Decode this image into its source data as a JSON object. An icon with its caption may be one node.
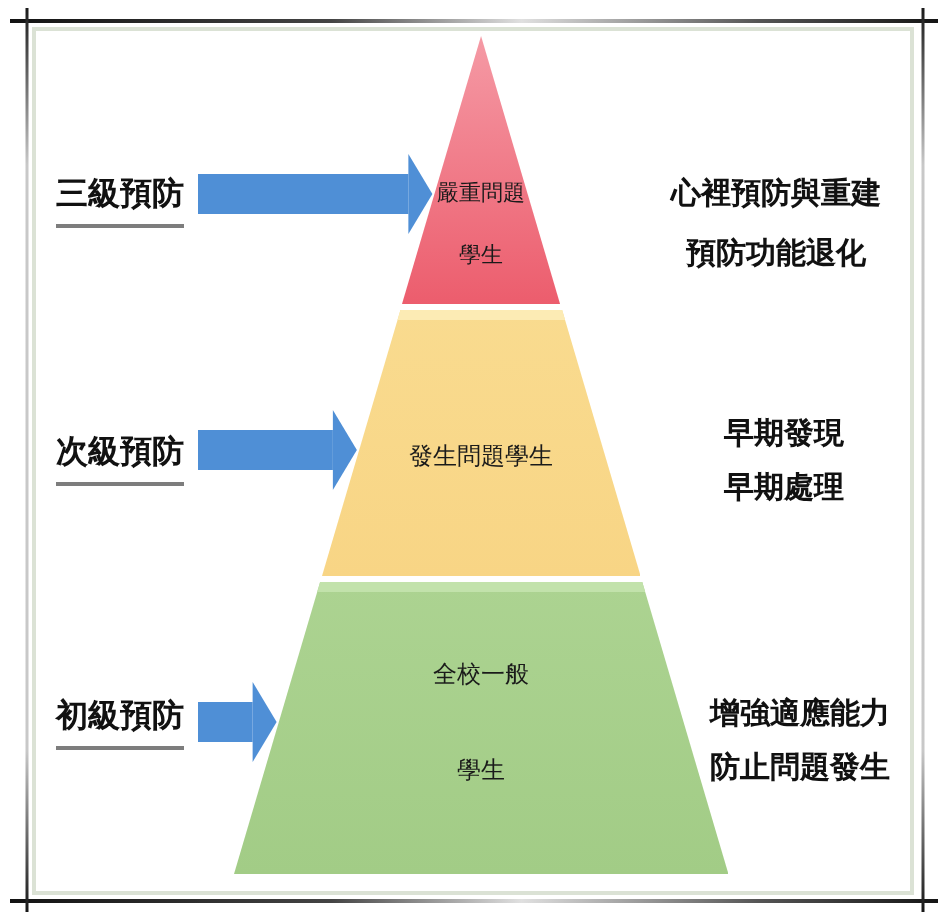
{
  "diagram": {
    "nodes": [
      {
        "text": [
          "三級預防"
        ]
      },
      {
        "text": [
          "嚴重問題學生"
        ],
        "beside": [
          "心裡預防與重建",
          "預防功能退化"
        ]
      },
      {
        "text": [
          "次級預防"
        ]
      },
      {
        "text": [
          "發生問題學生"
        ],
        "beside": [
          "早期發現",
          "早期處理"
        ]
      },
      {
        "text": [
          "初級預防"
        ]
      },
      {
        "text": [
          "全校一般學生"
        ],
        "beside": [
          "增強適應能力",
          "防止問題發生"
        ]
      }
    ],
    "edges": [
      {
        "from": 0,
        "to": 1,
        "arrow": "to"
      },
      {
        "from": 2,
        "to": 3,
        "arrow": "to"
      },
      {
        "from": 4,
        "to": 5,
        "arrow": "to"
      }
    ]
  }
}
